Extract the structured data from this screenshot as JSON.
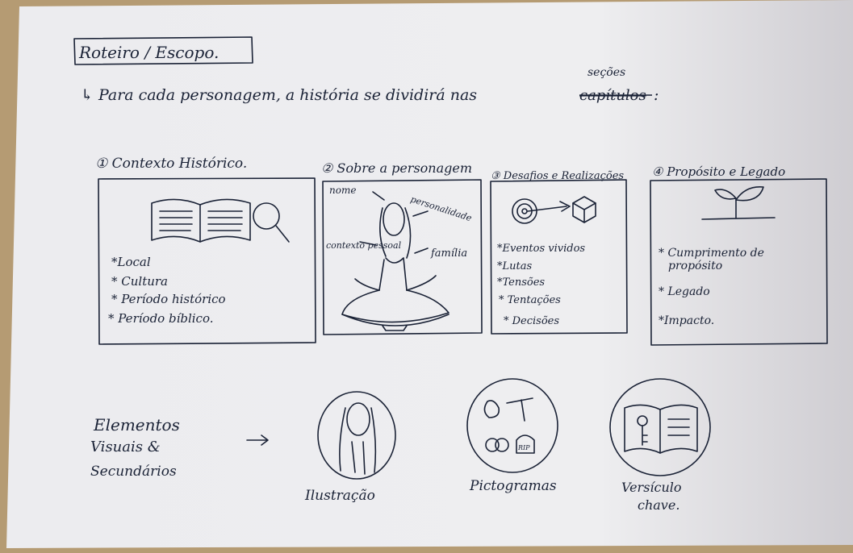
{
  "header": {
    "title": "Roteiro / Escopo.",
    "subtitle": "↳ Para cada personagem, a história se dividirá nas",
    "crossed_word": "capítulos",
    "inserted_word": "seções",
    "subtitle_end": ":"
  },
  "sections": [
    {
      "title": "① Contexto Histórico.",
      "items": [
        "*Local",
        "* Cultura",
        "* Período histórico",
        "* Período bíblico."
      ]
    },
    {
      "title": "② Sobre a personagem",
      "labels": [
        "nome",
        "personalidade",
        "contexto pessoal",
        "família"
      ]
    },
    {
      "title": "③ Desafios e Realizações",
      "items": [
        "*Eventos vividos",
        "*Lutas",
        "*Tensões",
        "* Tentações",
        "* Decisões"
      ]
    },
    {
      "title": "④ Propósito e Legado",
      "items": [
        "* Cumprimento de",
        "propósito",
        "* Legado",
        "*Impacto."
      ]
    }
  ],
  "visual_elements": {
    "heading_lines": [
      "Elementos",
      "Visuais &",
      "Secundários"
    ],
    "arrow": "→",
    "pictograms_text": "RIP",
    "items": [
      {
        "label": "Ilustração"
      },
      {
        "label": "Pictogramas"
      },
      {
        "label_lines": [
          "Versículo",
          "chave."
        ]
      }
    ]
  },
  "colors": {
    "paper": "#efeff1",
    "ink": "#1a2236",
    "background": "#b49a72"
  }
}
